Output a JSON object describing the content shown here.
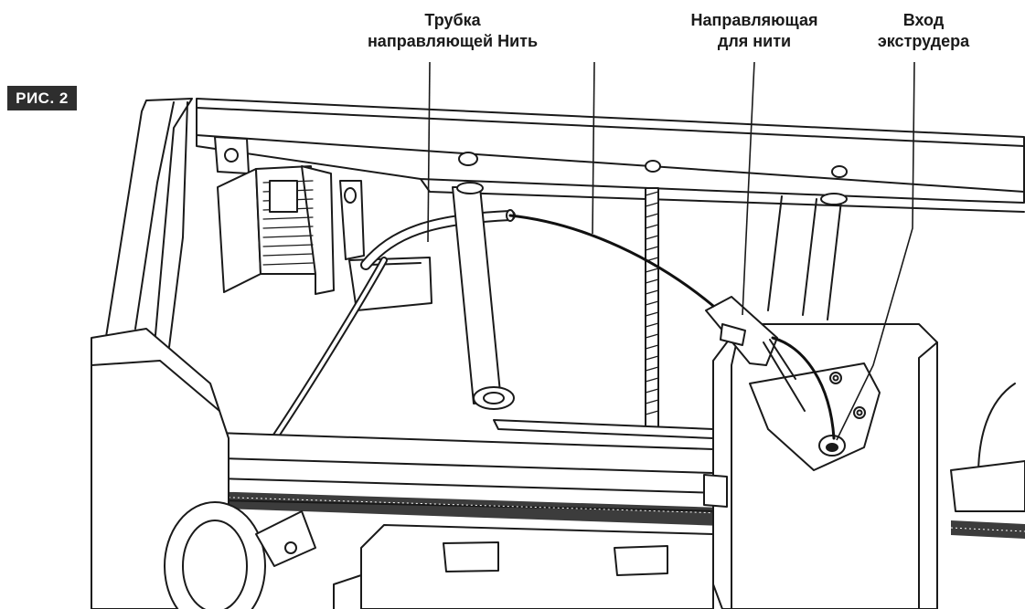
{
  "figure": {
    "badge": "РИС. 2"
  },
  "callouts": {
    "tube": {
      "line1": "Трубка",
      "line2": "направляющей Нить"
    },
    "guide": {
      "line1": "Направляющая",
      "line2": "для нити"
    },
    "inlet": {
      "line1": "Вход",
      "line2": "экструдера"
    }
  },
  "colors": {
    "ink": "#1a1a1a",
    "badge_bg": "#2e2e2e",
    "badge_text": "#ffffff",
    "background": "#ffffff"
  }
}
